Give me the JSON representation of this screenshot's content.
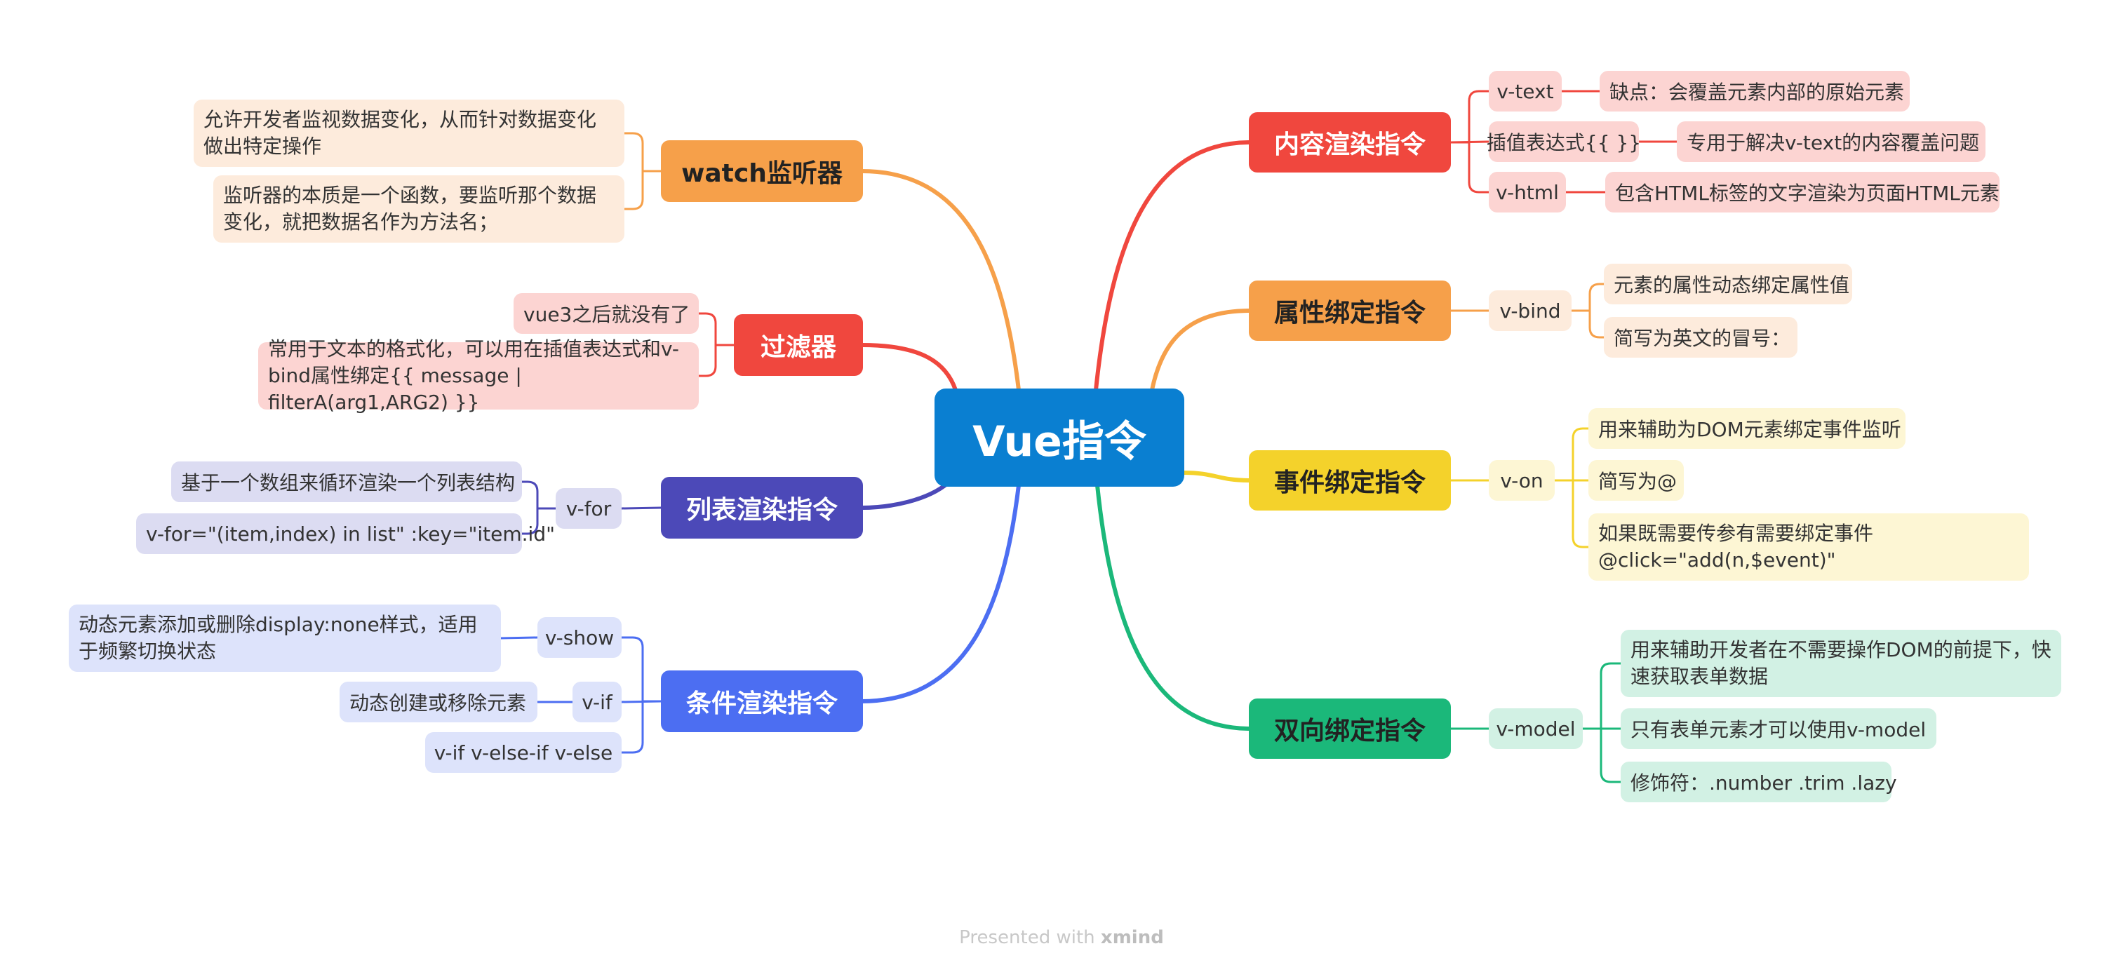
{
  "central": {
    "label": "Vue指令",
    "color": "#0a7fd1"
  },
  "branches": {
    "content": {
      "label": "内容渲染指令",
      "color": "#f0473e",
      "light": "#fcd4d2",
      "subs": [
        {
          "label": "v-text",
          "leaves": [
            "缺点：会覆盖元素内部的原始元素"
          ]
        },
        {
          "label": "插值表达式{{ }}",
          "leaves": [
            "专用于解决v-text的内容覆盖问题"
          ]
        },
        {
          "label": "v-html",
          "leaves": [
            "包含HTML标签的文字渲染为页面HTML元素"
          ]
        }
      ]
    },
    "attr": {
      "label": "属性绑定指令",
      "color": "#f6a04a",
      "light": "#fdebdc",
      "subs": [
        {
          "label": "v-bind",
          "leaves": [
            "元素的属性动态绑定属性值",
            "简写为英文的冒号："
          ]
        }
      ]
    },
    "event": {
      "label": "事件绑定指令",
      "color": "#f4d22b",
      "light": "#fdf6d4",
      "subs": [
        {
          "label": "v-on",
          "leaves": [
            "用来辅助为DOM元素绑定事件监听",
            "简写为@",
            "如果既需要传参有需要绑定事件@click=\"add(n,$event)\""
          ]
        }
      ]
    },
    "model": {
      "label": "双向绑定指令",
      "color": "#1bb87a",
      "light": "#d2f1e4",
      "subs": [
        {
          "label": "v-model",
          "leaves": [
            "用来辅助开发者在不需要操作DOM的前提下，快速获取表单数据",
            "只有表单元素才可以使用v-model",
            "修饰符：.number .trim .lazy"
          ]
        }
      ]
    },
    "watch": {
      "label": "watch监听器",
      "color": "#f6a04a",
      "light": "#fdebdc",
      "leaves": [
        "允许开发者监视数据变化，从而针对数据变化做出特定操作",
        "监听器的本质是一个函数，要监听那个数据变化，就把数据名作为方法名；"
      ]
    },
    "filter": {
      "label": "过滤器",
      "color": "#f0473e",
      "light": "#fcd4d2",
      "leaves": [
        "vue3之后就没有了",
        "常用于文本的格式化，可以用在插值表达式和v-bind属性绑定{{ message | filterA(arg1,ARG2) }}"
      ]
    },
    "list": {
      "label": "列表渲染指令",
      "color": "#4c49b8",
      "light": "#dcdcf2",
      "subs": [
        {
          "label": "v-for",
          "leaves": [
            "基于一个数组来循环渲染一个列表结构",
            "v-for=\"(item,index) in list\" :key=\"item.id\""
          ]
        }
      ]
    },
    "cond": {
      "label": "条件渲染指令",
      "color": "#4c6ef2",
      "light": "#dde3fb",
      "subs": [
        {
          "label": "v-show",
          "leaves": [
            "动态元素添加或删除display:none样式，适用于频繁切换状态"
          ]
        },
        {
          "label": "v-if",
          "leaves": [
            "动态创建或移除元素"
          ]
        },
        {
          "label": "v-if v-else-if v-else",
          "leaves": []
        }
      ]
    }
  },
  "footer": {
    "prefix": "Presented with",
    "brand": "xmind"
  }
}
